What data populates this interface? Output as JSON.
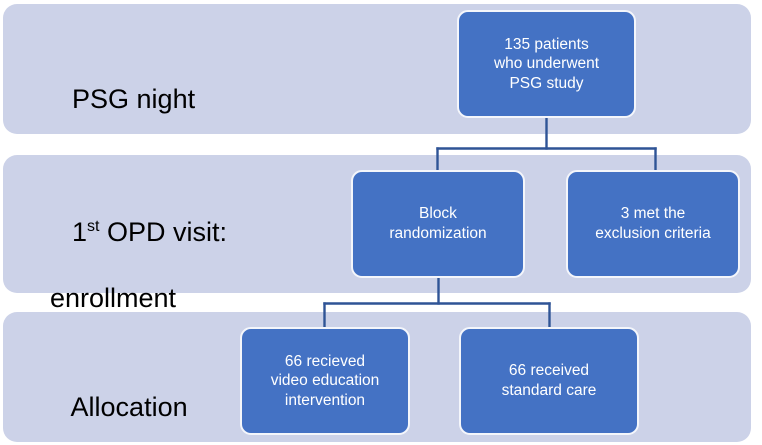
{
  "figure": {
    "type": "flowchart",
    "title": "Study enrollment and allocation flow",
    "colors": {
      "band_background": "#ccd2e8",
      "node_fill": "#4472c4",
      "node_border": "#f4f6fb",
      "connector": "#2f5496",
      "node_text": "#ffffff",
      "band_label_text": "#000000",
      "page_background": "#ffffff"
    }
  },
  "stages": [
    {
      "id": "psg-night",
      "label_line1": "PSG night",
      "label_line2": ""
    },
    {
      "id": "opd-visit",
      "label_line1_pre": "1",
      "label_line1_sup": "st",
      "label_line1_post": " OPD visit:",
      "label_line2": "enrollment"
    },
    {
      "id": "allocation",
      "label_line1": "Allocation",
      "label_line2": ""
    }
  ],
  "nodes": [
    {
      "id": "psg-patients",
      "line1": "135 patients",
      "line2": "who underwent",
      "line3": "PSG study",
      "count": 135
    },
    {
      "id": "block-randomization",
      "line1": "Block",
      "line2": "randomization",
      "line3": ""
    },
    {
      "id": "exclusion",
      "line1": "3 met the",
      "line2": "exclusion criteria",
      "line3": "",
      "count": 3
    },
    {
      "id": "video-education",
      "line1": "66 recieved",
      "line2": "video education",
      "line3": "intervention",
      "count": 66
    },
    {
      "id": "standard-care",
      "line1": "66 received",
      "line2": "standard care",
      "line3": "",
      "count": 66
    }
  ],
  "connectors": [
    {
      "id": "psg-to-enrollment",
      "from": "psg-patients",
      "to": [
        "block-randomization",
        "exclusion"
      ]
    },
    {
      "id": "randomization-to-allocation",
      "from": "block-randomization",
      "to": [
        "video-education",
        "standard-care"
      ]
    }
  ]
}
